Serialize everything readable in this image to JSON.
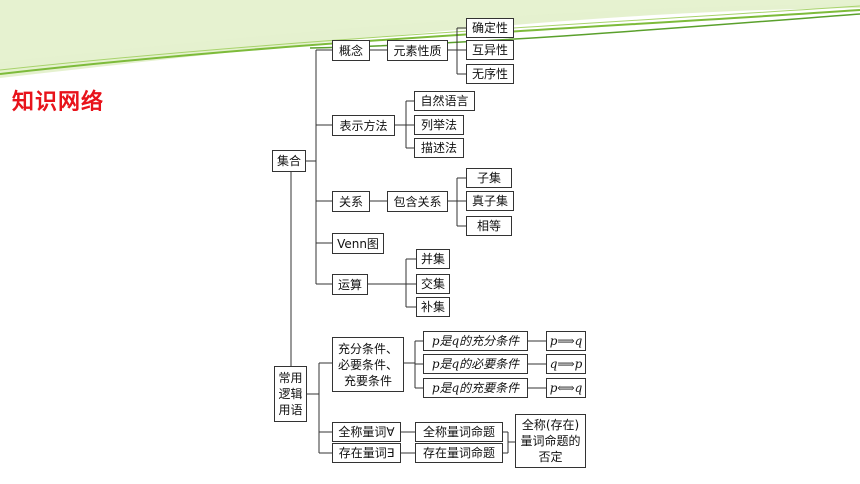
{
  "heading": "知识网络",
  "colors": {
    "heading": "#e8131b",
    "swoosh_light": "#cfe6a8",
    "swoosh_dark": "#7dbb3a"
  },
  "nodes": {
    "jihe": "集合",
    "gainian": "概念",
    "yuansu_xingzhi": "元素性质",
    "queding": "确定性",
    "huyi": "互异性",
    "wuxu": "无序性",
    "biaoshi": "表示方法",
    "ziran": "自然语言",
    "liejv": "列举法",
    "miaoshu": "描述法",
    "guanxi": "关系",
    "baohan": "包含关系",
    "ziji": "子集",
    "zhenziji": "真子集",
    "xiangdeng": "相等",
    "venn": "Venn图",
    "yunsuan": "运算",
    "bingji": "并集",
    "jiaoji": "交集",
    "buji": "补集",
    "changyong": "常用逻辑用语",
    "tiaojian": "充分条件、必要条件、充要条件",
    "chongfen": "p是q的充分条件",
    "biyao": "p是q的必要条件",
    "chongyao": "p是q的充要条件",
    "impl1": "p⟹q",
    "impl2": "q⟹p",
    "impl3": "p⟺q",
    "quancheng": "全称量词∀",
    "cunzai": "存在量词∃",
    "quancheng_mt": "全称量词命题",
    "cunzai_mt": "存在量词命题",
    "fouding": "全称(存在)量词命题的否定"
  }
}
